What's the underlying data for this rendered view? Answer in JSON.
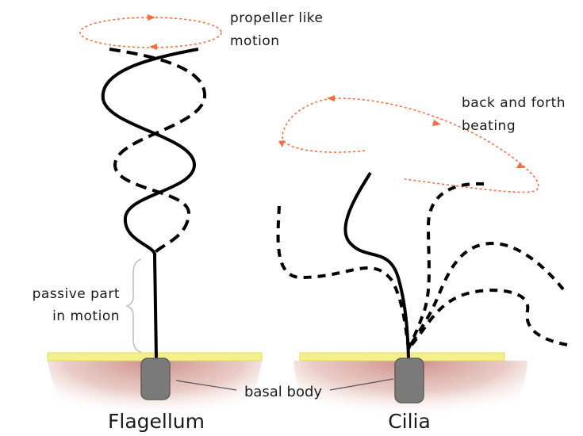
{
  "labels": {
    "propeller_line1": "propeller like",
    "propeller_line2": "motion",
    "back_forth_line1": "back and forth",
    "back_forth_line2": "beating",
    "passive_line1": "passive part",
    "passive_line2": "in motion",
    "basal_body": "basal body",
    "flagellum": "Flagellum",
    "cilia": "Cilia"
  },
  "colors": {
    "membrane": "#f4f08a",
    "membrane_edge": "#e2dd55",
    "tissue": "#c98880",
    "basal_body": "#7a7a7a",
    "motion_arrow": "#ff6b3a",
    "stroke": "#000000"
  }
}
